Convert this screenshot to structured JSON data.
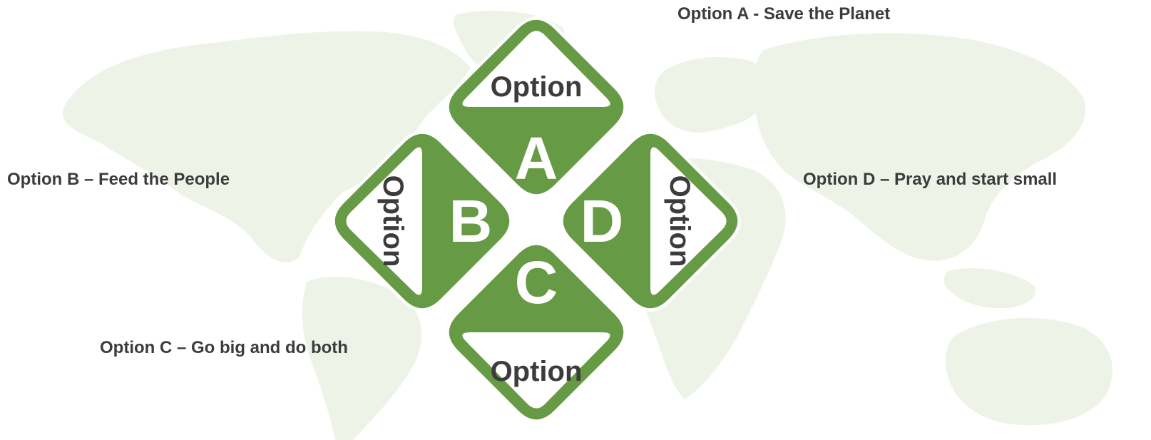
{
  "colors": {
    "green": "#669a44",
    "label_text": "#3c3c3c",
    "inner_white": "#ffffff",
    "map_tint": "#eef3e8"
  },
  "options": [
    {
      "id": "a",
      "letter": "A",
      "word": "Option",
      "label": "Option A  - Save the Planet"
    },
    {
      "id": "b",
      "letter": "B",
      "word": "Option",
      "label": "Option B – Feed the People"
    },
    {
      "id": "c",
      "letter": "C",
      "word": "Option",
      "label": "Option C – Go big and do both"
    },
    {
      "id": "d",
      "letter": "D",
      "word": "Option",
      "label": "Option D – Pray and start small"
    }
  ]
}
